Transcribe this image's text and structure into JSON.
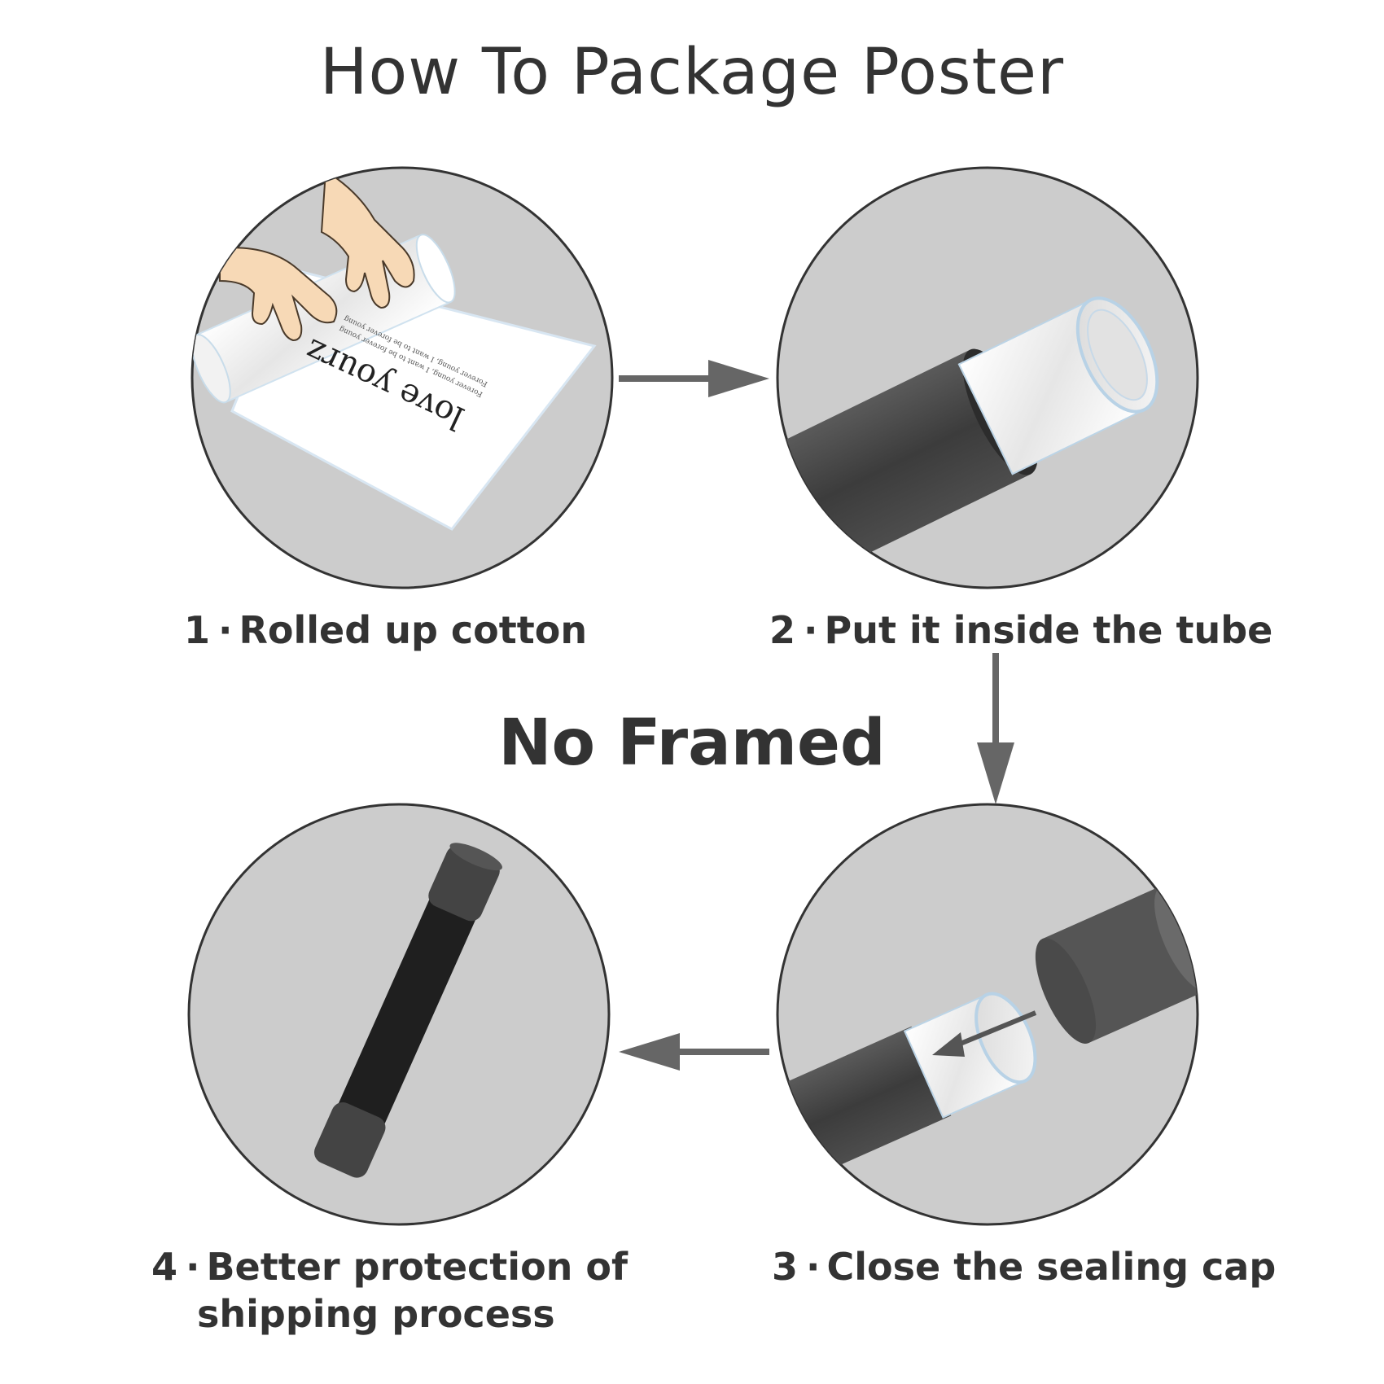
{
  "title": "How To Package Poster",
  "subtitle": "No Framed",
  "colors": {
    "circle_fill": "#cccccc",
    "circle_stroke": "#333333",
    "arrow": "#666666",
    "tube": "#4a4a4a",
    "text": "#333333"
  },
  "steps": [
    {
      "number": "1",
      "separator": "·",
      "label": "Rolled up cotton",
      "label_line2": "",
      "illustration": "hands-rolling-poster"
    },
    {
      "number": "2",
      "separator": "·",
      "label": "Put it inside the tube",
      "label_line2": "",
      "illustration": "roll-in-tube"
    },
    {
      "number": "3",
      "separator": "·",
      "label": "Close the sealing cap",
      "label_line2": "",
      "illustration": "tube-and-cap"
    },
    {
      "number": "4",
      "separator": "·",
      "label": "Better protection of",
      "label_line2": "shipping process",
      "illustration": "sealed-tube"
    }
  ],
  "poster_text": {
    "headline": "love yourz",
    "fine_print": "Forever young, I want to be forever young"
  }
}
